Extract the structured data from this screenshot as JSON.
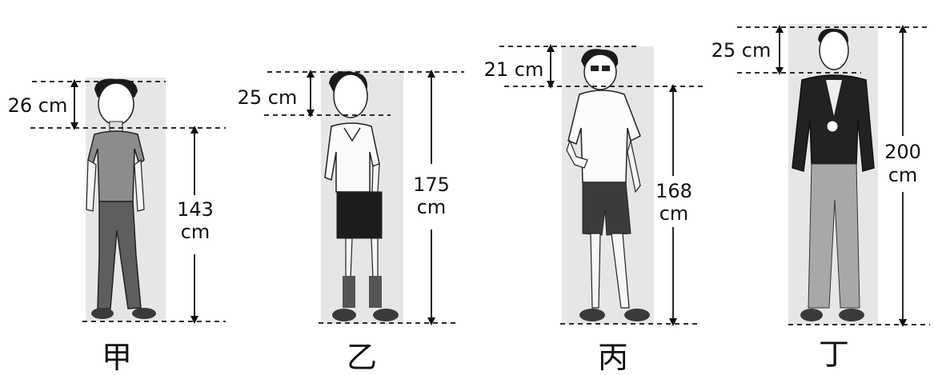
{
  "figures": [
    {
      "name": "甲",
      "head_label": "26 cm",
      "height_top": "143",
      "height_bottom": "cm"
    },
    {
      "name": "乙",
      "head_label": "25 cm",
      "height_top": "175",
      "height_bottom": "cm"
    },
    {
      "name": "丙",
      "head_label": "21 cm",
      "height_top": "168",
      "height_bottom": "cm"
    },
    {
      "name": "丁",
      "head_label": "25 cm",
      "height_top": "200",
      "height_bottom": "cm"
    }
  ]
}
